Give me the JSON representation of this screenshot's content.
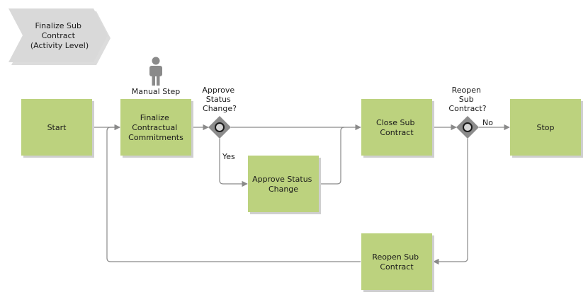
{
  "banner": {
    "lines": [
      "Finalize Sub",
      "Contract",
      "(Activity Level)"
    ]
  },
  "manual_step": {
    "label": "Manual Step"
  },
  "tasks": {
    "start": {
      "lines": [
        "Start"
      ]
    },
    "finalize": {
      "lines": [
        "Finalize",
        "Contractual",
        "Commitments"
      ]
    },
    "approve_change": {
      "lines": [
        "Approve Status",
        "Change"
      ]
    },
    "close": {
      "lines": [
        "Close Sub",
        "Contract"
      ]
    },
    "reopen": {
      "lines": [
        "Reopen Sub",
        "Contract"
      ]
    },
    "stop": {
      "lines": [
        "Stop"
      ]
    }
  },
  "gateways": {
    "approve_status": {
      "lines": [
        "Approve",
        "Status",
        "Change?"
      ]
    },
    "reopen_sub": {
      "lines": [
        "Reopen",
        "Sub",
        "Contract?"
      ]
    }
  },
  "edge_labels": {
    "yes": "Yes",
    "no": "No"
  }
}
